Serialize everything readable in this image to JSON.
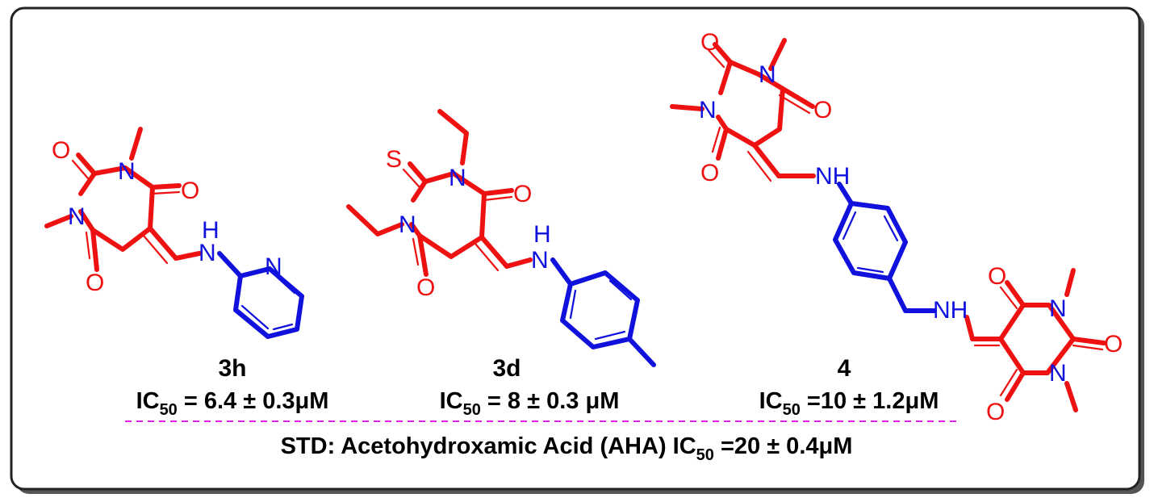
{
  "compounds": [
    {
      "label": "3h",
      "ic50_prefix": "IC",
      "ic50_sub": "50",
      "ic50_value": " = 6.4 ± 0.3μM"
    },
    {
      "label": "3d",
      "ic50_prefix": "IC",
      "ic50_sub": "50",
      "ic50_value": " = 8 ± 0.3 μM"
    },
    {
      "label": "4",
      "ic50_prefix": "IC",
      "ic50_sub": "50",
      "ic50_value": " =10 ± 1.2μM"
    }
  ],
  "standard": {
    "prefix": "STD: Acetohydroxamic Acid (AHA) IC",
    "sub": "50",
    "value": " =20 ± 0.4μM"
  },
  "atoms": {
    "oxygen": "O",
    "nitrogen": "N",
    "sulfur": "S",
    "amine": "NH",
    "hydrogen": "H"
  },
  "colors": {
    "barbiturate": "#ee1111",
    "aryl": "#1111dd",
    "divider": "#e020e0",
    "frame": "#222222"
  }
}
